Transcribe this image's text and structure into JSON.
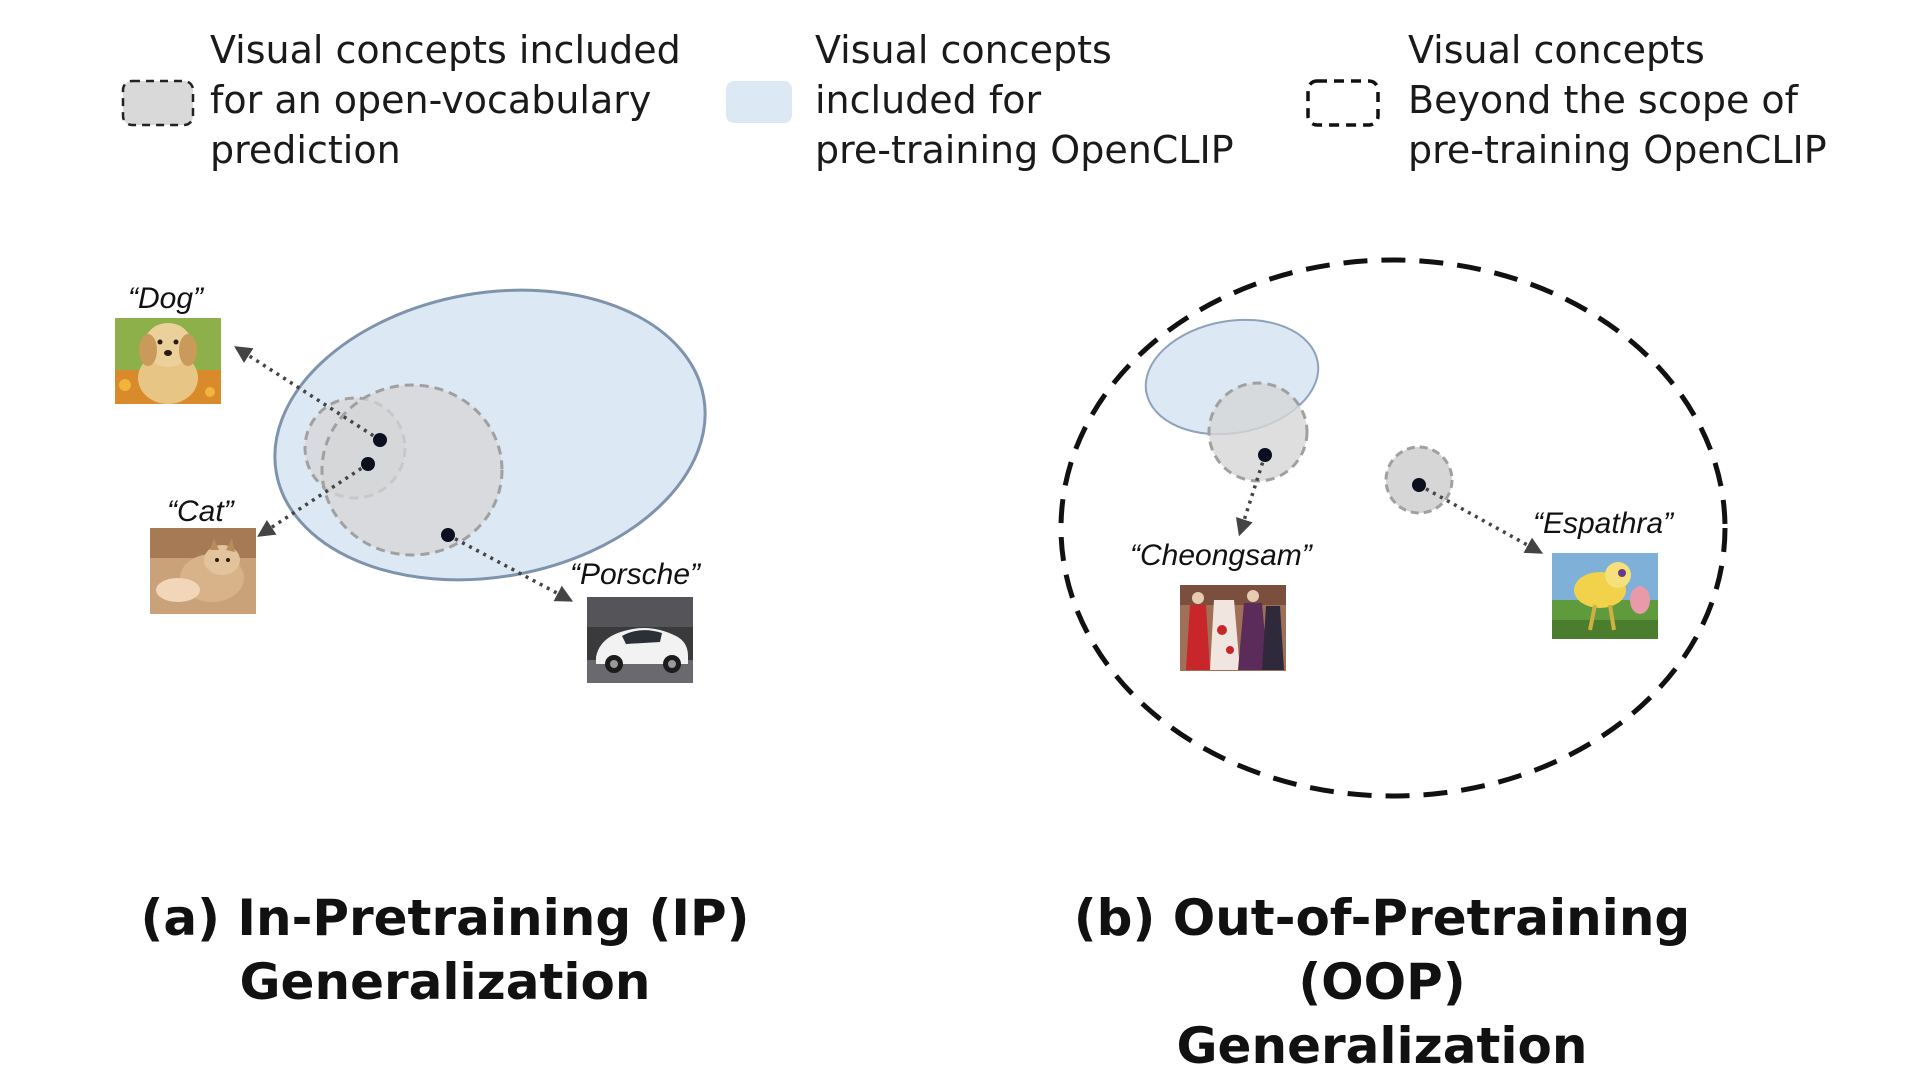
{
  "legend": {
    "items": [
      {
        "lines": [
          "Visual concepts included",
          "for an open-vocabulary",
          "prediction"
        ],
        "swatch": "gray-dashed",
        "color": "#d9d9d9"
      },
      {
        "lines": [
          "Visual concepts",
          "included for",
          "pre-training  OpenCLIP"
        ],
        "swatch": "blue-fill",
        "color": "#dde8f5"
      },
      {
        "lines": [
          "Visual concepts",
          "Beyond the scope of",
          "pre-training OpenCLIP"
        ],
        "swatch": "black-dashed",
        "color": "#111111"
      }
    ]
  },
  "panel_a": {
    "caption_line1": "(a) In-Pretraining (IP)",
    "caption_line2": "Generalization",
    "concepts": [
      {
        "label": "“Dog”",
        "image": "dog-photo"
      },
      {
        "label": "“Cat”",
        "image": "cat-photo"
      },
      {
        "label": "“Porsche”",
        "image": "car-photo"
      }
    ]
  },
  "panel_b": {
    "caption_line1": "(b) Out-of-Pretraining (OOP)",
    "caption_line2": "Generalization",
    "concepts": [
      {
        "label": "“Cheongsam”",
        "image": "cheongsam-photo"
      },
      {
        "label": "“Espathra”",
        "image": "espathra-photo"
      }
    ]
  },
  "colors": {
    "pretrain_fill": "#dde8f5",
    "pretrain_stroke": "#7f93ad",
    "vocab_fill": "#d6d6d6",
    "vocab_stroke": "#a0a0a0",
    "arrow": "#444444"
  }
}
